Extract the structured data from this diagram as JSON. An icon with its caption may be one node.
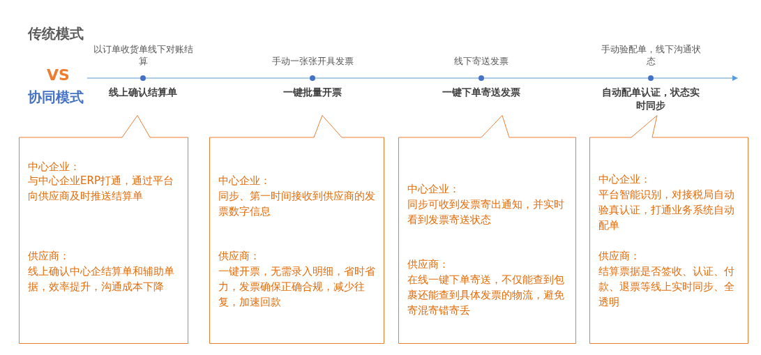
{
  "diagram": {
    "nodes": [
      {
        "text": [],
        "shape": "circle",
        "beside": [
          "以订单收货单线下对账结算",
          "线上确认结算单"
        ]
      },
      {
        "text": [],
        "shape": "circle",
        "beside": [
          "手动一张张开具发票",
          "一键批量开票"
        ]
      },
      {
        "text": [],
        "shape": "circle",
        "beside": [
          "线下寄送发票",
          "一键下单寄送发票"
        ]
      },
      {
        "text": [],
        "shape": "circle",
        "beside": [
          "手动验配单，线下沟通状态",
          "自动配单认证，状态实时同步"
        ]
      },
      {
        "text": [
          "中心企业：",
          "与中心企业ERP打通，通过平台向供应商及时推送结算单",
          "供应商：",
          "线上确认中心企结算单和辅助单据，效率提升，沟通成本下降"
        ]
      },
      {
        "text": [
          "中心企业：",
          "同步、第一时间接收到供应商的发票数字信息",
          "供应商：",
          "一键开票，无需录入明细，省时省力，发票确保正确合规，减少往复，加速回款"
        ]
      },
      {
        "text": [
          "中心企业：",
          "同步可收到发票寄出通知，并实时看到发票寄送状态",
          "供应商：",
          "在线一键下单寄送，不仅能查到包裹还能查到具体发票的物流，避免寄混寄错寄丢"
        ]
      },
      {
        "text": [
          "中心企业：",
          "平台智能识别，对接税局自动验真认证，打通业务系统自动配单",
          "供应商：",
          "结算票据是否签收、认证、付款、退票等线上实时同步、全透明"
        ]
      }
    ],
    "edges": [
      {
        "from": null,
        "to": 0,
        "arrow": "none"
      },
      {
        "from": 0,
        "to": 1,
        "arrow": "none"
      },
      {
        "from": 1,
        "to": 2,
        "arrow": "none"
      },
      {
        "from": 2,
        "to": 3,
        "arrow": "none"
      },
      {
        "from": 3,
        "to": null,
        "arrow": "to"
      }
    ],
    "labels": [
      "传统模式",
      "VS",
      "协同模式"
    ]
  }
}
